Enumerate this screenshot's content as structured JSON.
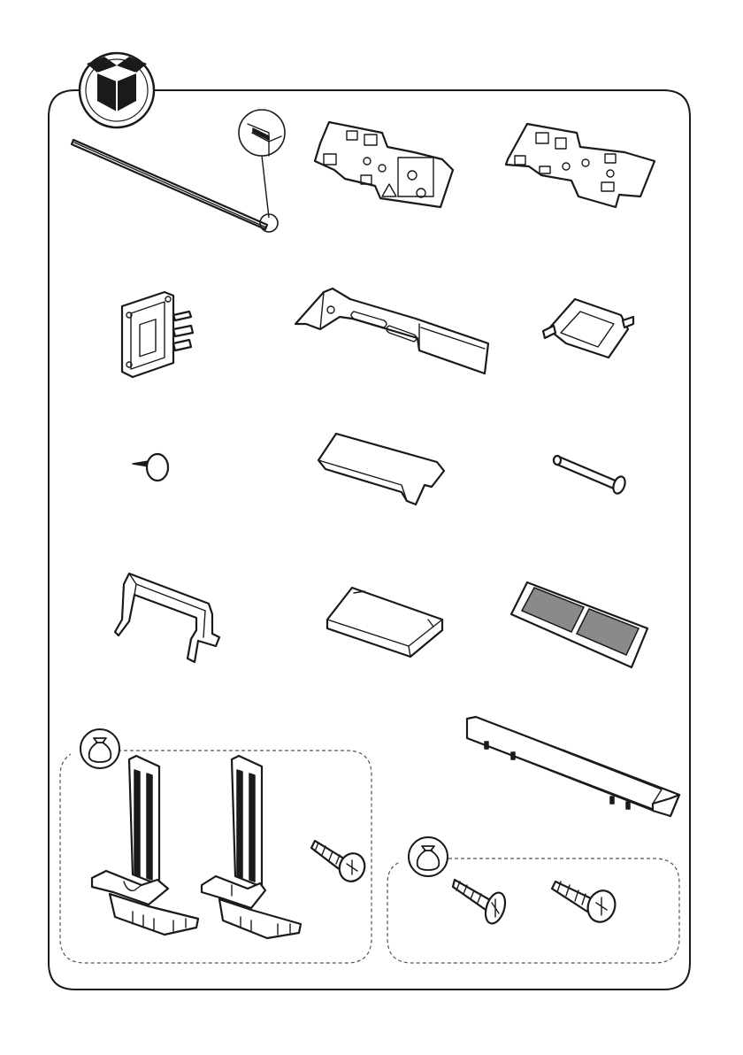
{
  "icons": {
    "contents_box": "open-box-icon",
    "small_bag": "bag-icon"
  },
  "colors": {
    "line": "#1a1a1a",
    "background": "#ffffff",
    "dashed_group": "#555555"
  },
  "parts": [
    "mounting-strip",
    "hinge-plate-left",
    "hinge-plate-right",
    "mounting-bracket",
    "long-slotted-bracket",
    "clip-holder",
    "thumbtack-pin",
    "flat-plate",
    "hinge-pin",
    "u-bracket",
    "rectangular-block",
    "adhesive-pad-strip",
    "cover-rail",
    "adjustable-support-set",
    "screw-set"
  ]
}
